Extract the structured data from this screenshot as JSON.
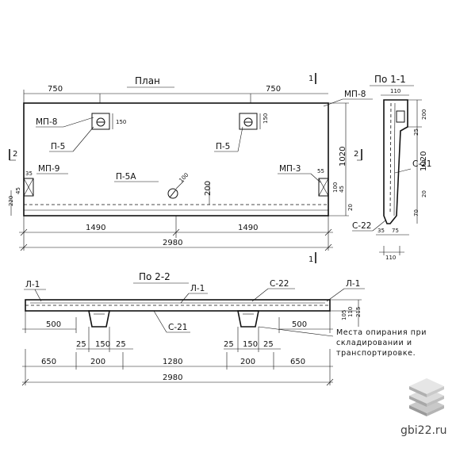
{
  "views": {
    "plan_title": "План",
    "side_title": "По 1-1",
    "section_title": "По 2-2"
  },
  "plan": {
    "dims": {
      "top_left": "750",
      "top_right": "750",
      "sub_left": "1490",
      "sub_right": "1490",
      "total": "2980",
      "d150": "150",
      "d200": "200",
      "d100": "100",
      "height": "1020",
      "d220": "220",
      "d20": "20"
    },
    "labels": {
      "mp8_left": "МП-8",
      "mp8_right": "МП-8",
      "p5_left": "П-5",
      "p5_right": "П-5",
      "p5a": "П-5А",
      "mp9": "МП-9",
      "mp3": "МП-3"
    },
    "cut_marks": {
      "c1_top": "1",
      "c1_bottom": "1",
      "c2_left": "2",
      "c2_right": "2"
    }
  },
  "side": {
    "dims": {
      "d110_top": "110",
      "d25": "25",
      "d200": "200",
      "d1020": "1020",
      "d20": "20",
      "d70": "70",
      "d35": "35",
      "d75": "75",
      "d110_bottom": "110"
    },
    "labels": {
      "c21": "С-21",
      "c22": "С-22"
    }
  },
  "section": {
    "labels": {
      "l1_left": "Л-1",
      "l1_mid": "Л-1",
      "l1_right": "Л-1",
      "c22": "С-22",
      "c21": "С-21"
    },
    "dims": {
      "d500_left": "500",
      "d500_right": "500",
      "d25a": "25",
      "d150a": "150",
      "d25b": "25",
      "d25c": "25",
      "d150b": "150",
      "d25d": "25",
      "d650_left": "650",
      "d200_left": "200",
      "d1280": "1280",
      "d200_right": "200",
      "d650_right": "650",
      "total": "2980",
      "d105": "105",
      "d110": "110",
      "d215": "215"
    },
    "note": [
      "Места опирания при",
      "складировании и",
      "транспортировке."
    ]
  },
  "watermark": {
    "site": "gbi22.ru",
    "logo_colors": [
      "#c9c9c9",
      "#9a9a9a",
      "#e6e6e6"
    ]
  }
}
